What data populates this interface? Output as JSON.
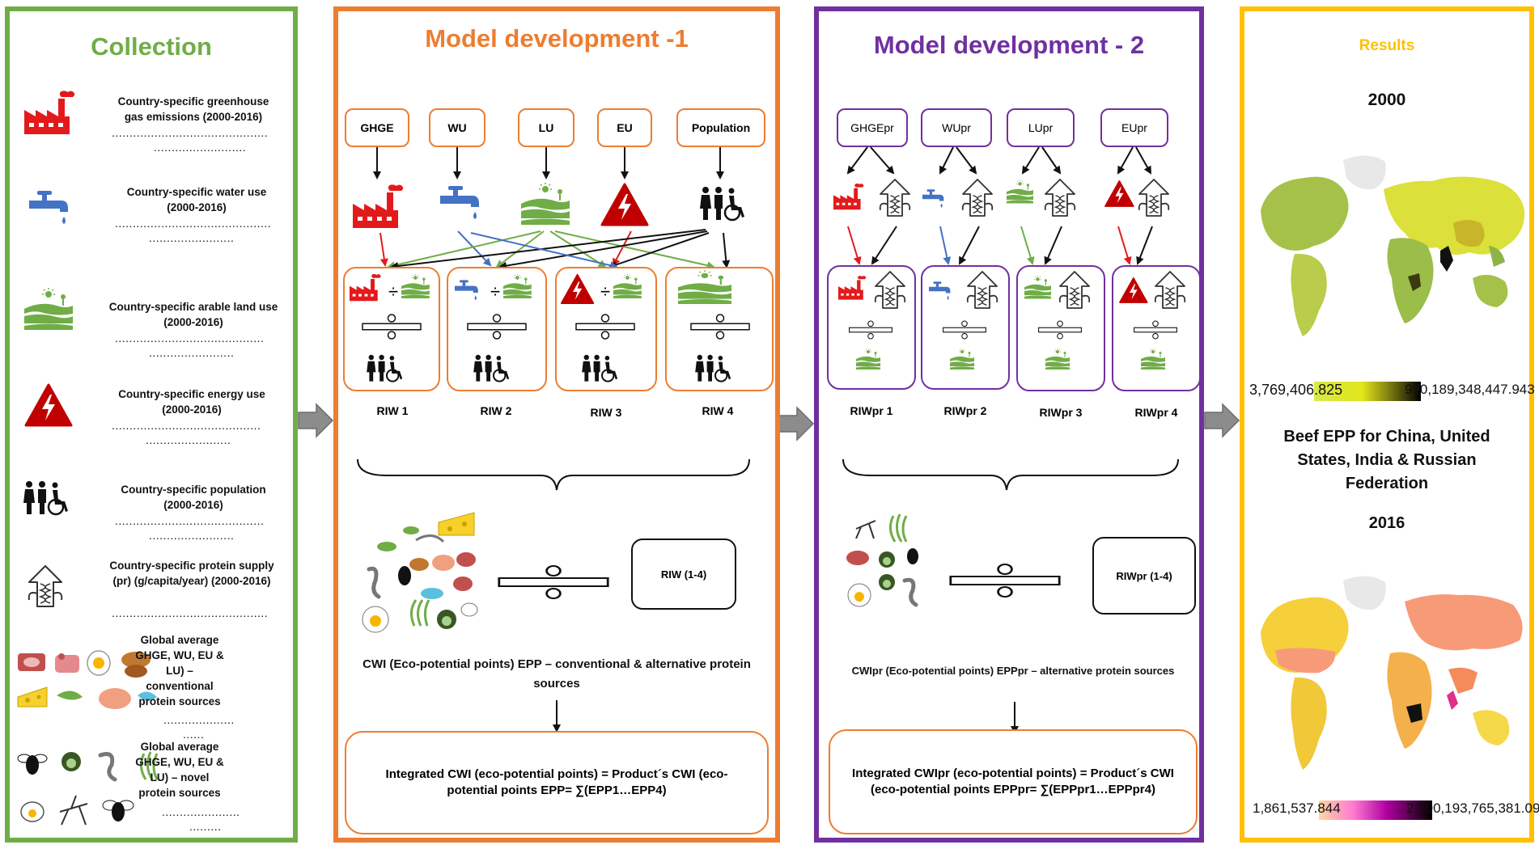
{
  "collection": {
    "title": "Collection",
    "items": [
      {
        "text": "Country-specific greenhouse gas emissions (2000-2016)",
        "dots": [
          "............................................",
          ".........................."
        ],
        "icon": "factory-icon"
      },
      {
        "text": "Country-specific water use (2000-2016)",
        "dots": [
          "............................................",
          "........................"
        ],
        "icon": "water-tap-icon"
      },
      {
        "text": "Country-specific arable land use (2000-2016)",
        "dots": [
          "..........................................",
          "........................"
        ],
        "icon": "arable-land-icon"
      },
      {
        "text": "Country-specific energy use (2000-2016)",
        "dots": [
          "..........................................",
          "........................"
        ],
        "icon": "energy-warning-icon"
      },
      {
        "text": "Country-specific population (2000-2016)",
        "dots": [
          "..........................................",
          "........................"
        ],
        "icon": "population-icon"
      },
      {
        "text": "Country-specific protein supply (pr) (g/capita/year) (2000-2016)",
        "dots": [
          "............................................"
        ],
        "icon": "protein-arrow-icon"
      },
      {
        "text": "Global average GHGE, WU, EU & LU) – conventional protein sources",
        "dots": [
          "....................",
          "......"
        ],
        "icon": "conventional-foods-icon"
      },
      {
        "text": "Global average GHGE, WU, EU & LU) – novel protein sources",
        "dots": [
          "......................",
          "........."
        ],
        "icon": "novel-foods-icon"
      }
    ]
  },
  "model1": {
    "title": "Model development -1",
    "inputs": [
      "GHGE",
      "WU",
      "LU",
      "EU",
      "Population"
    ],
    "riw_labels": [
      "RIW 1",
      "RIW 2",
      "RIW 3",
      "RIW 4"
    ],
    "divisor_label": "RIW (1-4)",
    "cwi_text": "CWI (Eco-potential points) EPP – conventional & alternative protein sources",
    "final_text": "Integrated CWI (eco-potential points) = Product´s CWI (eco-potential points EPP= ∑(EPP1…EPP4)"
  },
  "model2": {
    "title": "Model development - 2",
    "inputs": [
      "GHGEpr",
      "WUpr",
      "LUpr",
      "EUpr"
    ],
    "riw_labels": [
      "RIWpr 1",
      "RIWpr 2",
      "RIWpr 3",
      "RIWpr 4"
    ],
    "divisor_label": "RIWpr (1-4)",
    "cwi_text": "CWIpr (Eco-potential points) EPPpr – alternative protein sources",
    "final_text": "Integrated CWIpr (eco-potential points) = Product´s CWI (eco-potential points EPPpr= ∑(EPPpr1…EPPpr4)"
  },
  "results": {
    "title": "Results",
    "year_top": "2000",
    "legend_top": {
      "min": "3,769,406.825",
      "max": "990,189,348,447.943"
    },
    "caption": "Beef EPP for China, United States, India & Russian Federation",
    "year_bottom": "2016",
    "legend_bottom": {
      "min": "1,861,537.844",
      "max": "2,500,193,765,381.09"
    }
  },
  "colors": {
    "collection": "#70ad47",
    "model1": "#ed7d31",
    "model2": "#7030a0",
    "results": "#ffc000",
    "arrow": "#8c8c8c"
  }
}
